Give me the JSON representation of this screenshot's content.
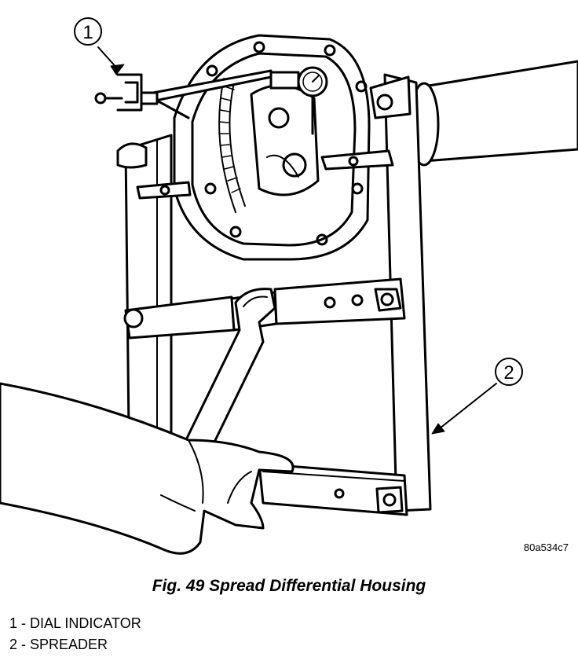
{
  "figure": {
    "code": "80a534c7",
    "callouts": [
      {
        "number": "1"
      },
      {
        "number": "2"
      }
    ]
  },
  "caption": "Fig. 49 Spread Differential Housing",
  "legend": [
    {
      "number": "1",
      "sep": " - ",
      "label": "DIAL INDICATOR"
    },
    {
      "number": "2",
      "sep": " - ",
      "label": "SPREADER"
    }
  ]
}
